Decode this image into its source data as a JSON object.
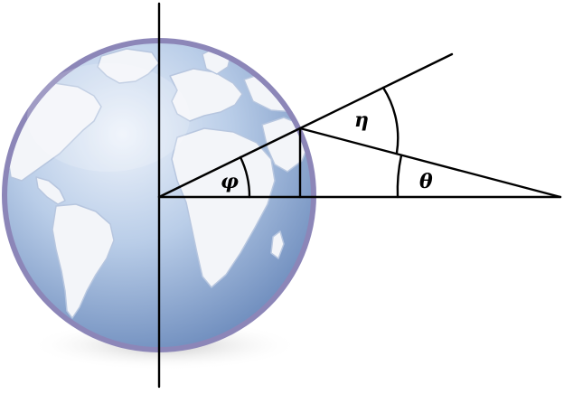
{
  "diagram": {
    "labels": {
      "phi": "φ",
      "eta": "η",
      "theta": "θ"
    },
    "colors": {
      "line": "#000000",
      "globe_rim": "#8c86b8",
      "ocean_light": "#e4ecf7",
      "ocean_mid": "#aec4e2",
      "ocean_dark": "#6f8fc0",
      "land": "#f3f5f9",
      "land_edge": "#b7c6df",
      "shadow": "#c9c9c9"
    },
    "icons": [
      "globe-icon"
    ]
  }
}
